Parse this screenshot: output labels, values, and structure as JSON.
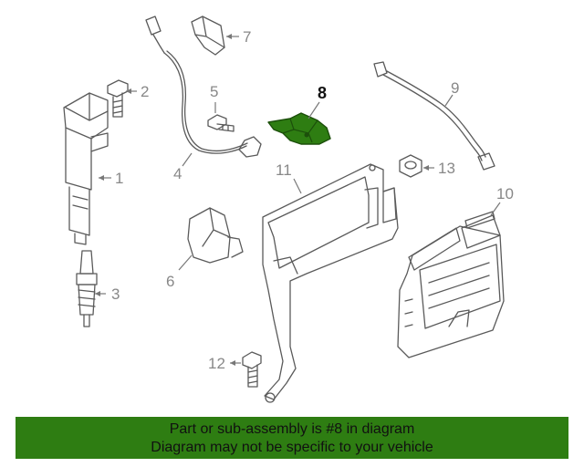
{
  "callouts": {
    "c1": "1",
    "c2": "2",
    "c3": "3",
    "c4": "4",
    "c5": "5",
    "c6": "6",
    "c7": "7",
    "c8": "8",
    "c9": "9",
    "c10": "10",
    "c11": "11",
    "c12": "12",
    "c13": "13"
  },
  "highlight": {
    "part_number": "8",
    "color": "#2e7d12"
  },
  "footer": {
    "line1": "Part or sub-assembly is #8 in diagram",
    "line2": "Diagram may not be specific to your vehicle",
    "background": "#2e7d12"
  }
}
